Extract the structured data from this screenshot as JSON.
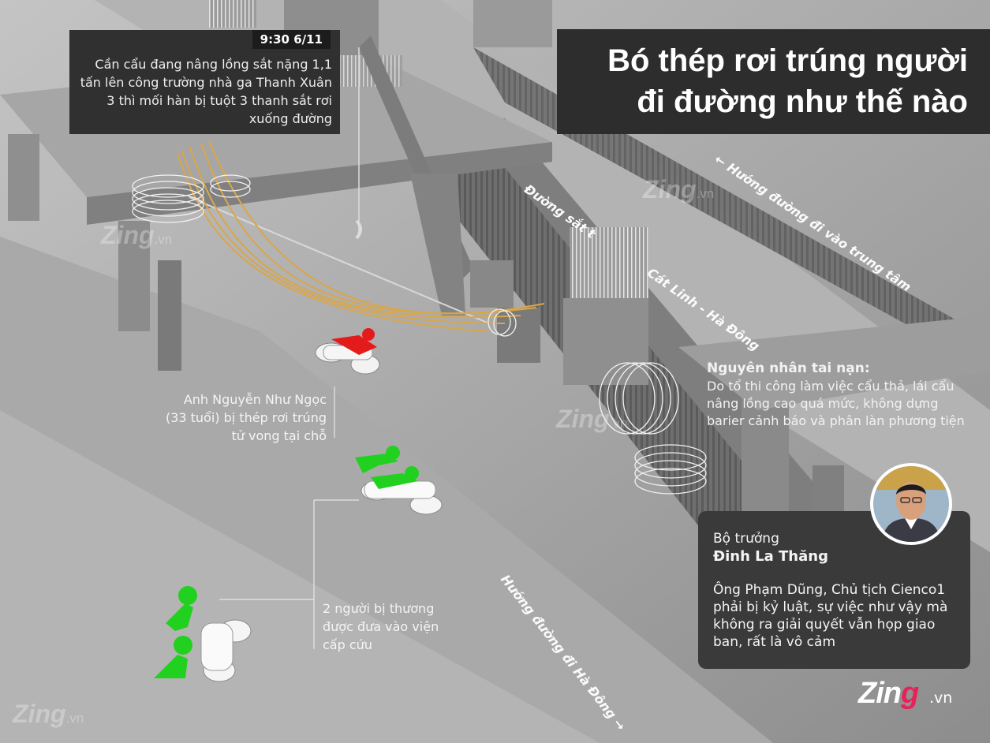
{
  "title": {
    "line1": "Bó thép rơi trúng người",
    "line2": "đi đường như thế nào"
  },
  "time_box": {
    "time": "9:30 6/11",
    "text": "Cần cẩu đang nâng lồng sắt nặng 1,1 tấn lên công trường nhà ga Thanh Xuân 3 thì mối hàn bị tuột 3 thanh sắt rơi xuống đường"
  },
  "victim_callout": {
    "line1": "Anh Nguyễn Như Ngọc",
    "line2": "(33 tuổi) bị thép rơi trúng",
    "line3": "tử vong tại chỗ"
  },
  "injured_callout": {
    "line1": "2 người bị thương",
    "line2": "được đưa vào viện",
    "line3": "cấp cứu"
  },
  "cause": {
    "title": "Nguyên nhân tai nạn:",
    "text": "Do tổ thi công làm việc cẩu thả, lái cẩu nâng lồng cao quá mức, không dựng barier cảnh báo và phân làn phương tiện"
  },
  "quote": {
    "role": "Bộ trưởng",
    "name": "Đinh La Thăng",
    "text": "Ông Phạm Dũng, Chủ tịch Cienco1 phải bị kỷ luật, sự việc như vậy mà không ra giải quyết vẫn họp giao ban, rất là vô cảm"
  },
  "road_labels": {
    "railway_a": "Đường sắt t",
    "railway_b": "Cát Linh - Hà Đông",
    "to_center": "← Hướng đường đi vào trung tâm",
    "to_hadong": "Hướng đường đi Hà Đông →"
  },
  "logo": {
    "brand_z": "Zin",
    "brand_g": "g",
    "domain": ".vn"
  },
  "watermark": {
    "brand": "Zing",
    "domain": ".vn"
  },
  "colors": {
    "victim": "#e31b1b",
    "injured": "#22d11f",
    "rebar": "#d9a64a",
    "box": "#2d2d2d",
    "logo_accent": "#e8215a"
  }
}
